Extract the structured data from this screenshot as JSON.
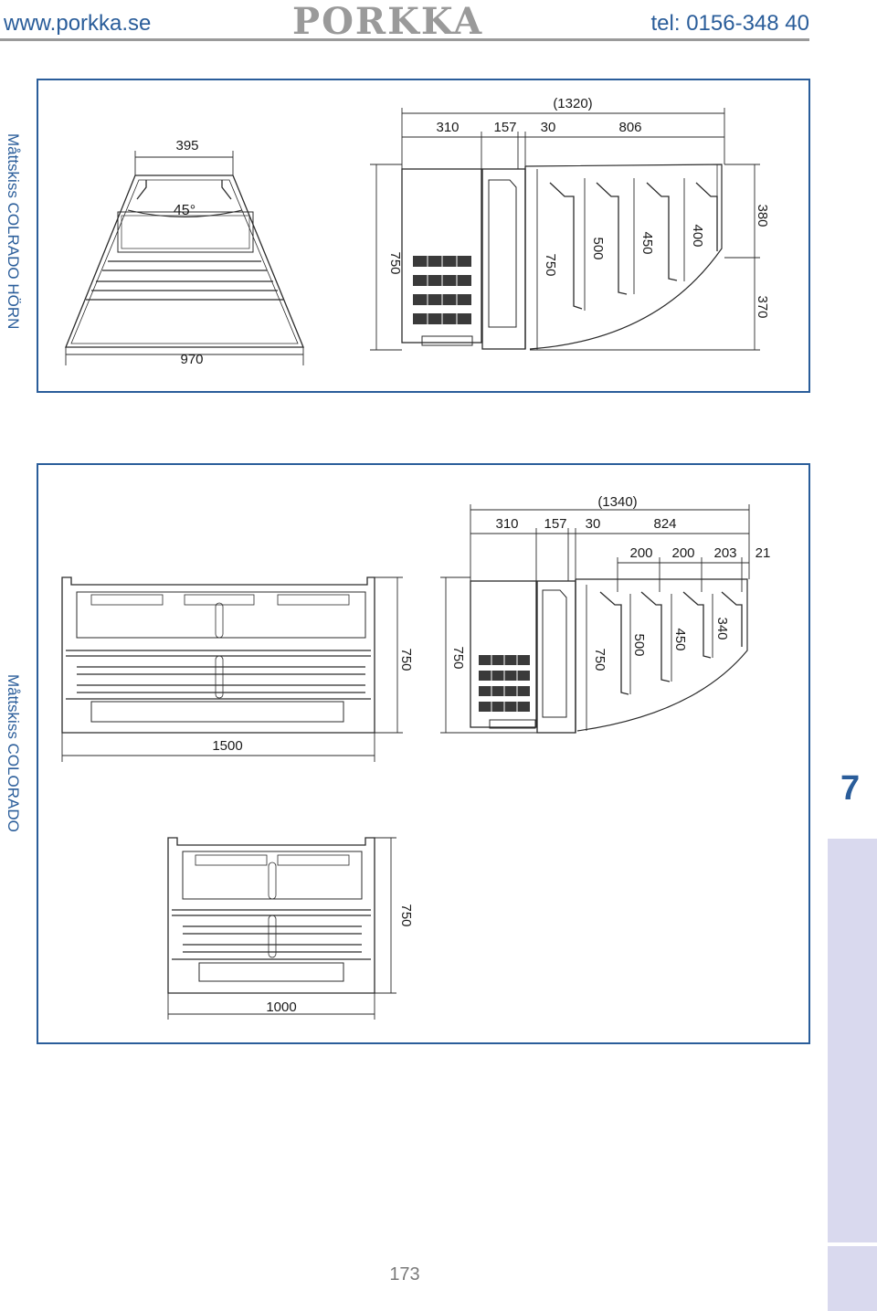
{
  "header": {
    "website": "www.porkka.se",
    "logo": "PORKKA",
    "phone": "tel: 0156-348 40"
  },
  "sections": {
    "top_title": "Måttskiss COLRADO HÖRN",
    "bottom_title": "Måttskiss COLORADO"
  },
  "dims_corner": {
    "front_top_width": "395",
    "angle": "45°",
    "front_bottom_width": "970",
    "total_depth": "(1320)",
    "seg_a": "310",
    "seg_b": "157",
    "seg_c": "30",
    "seg_d": "806",
    "height_left": "750",
    "height_mid": "750",
    "shelf_1": "500",
    "shelf_2": "450",
    "shelf_3": "400",
    "right_upper": "380",
    "right_lower": "370"
  },
  "dims_straight": {
    "front_width_large": "1500",
    "front_width_small": "1000",
    "height_front_large": "750",
    "height_front_small": "750",
    "total_depth": "(1340)",
    "seg_a": "310",
    "seg_b": "157",
    "seg_c": "30",
    "seg_d": "824",
    "shelf_sp_1": "200",
    "shelf_sp_2": "200",
    "shelf_sp_3": "203",
    "shelf_sp_4": "21",
    "height_side": "750",
    "height_mid": "750",
    "shelf_1": "500",
    "shelf_2": "450",
    "shelf_3": "340"
  },
  "chapter_number": "7",
  "page_number": "173",
  "colors": {
    "accent": "#2a5d9a",
    "logo_grey": "#9a9a9a",
    "tab_bg": "#d9d9ee",
    "line": "#2b2b2b"
  }
}
